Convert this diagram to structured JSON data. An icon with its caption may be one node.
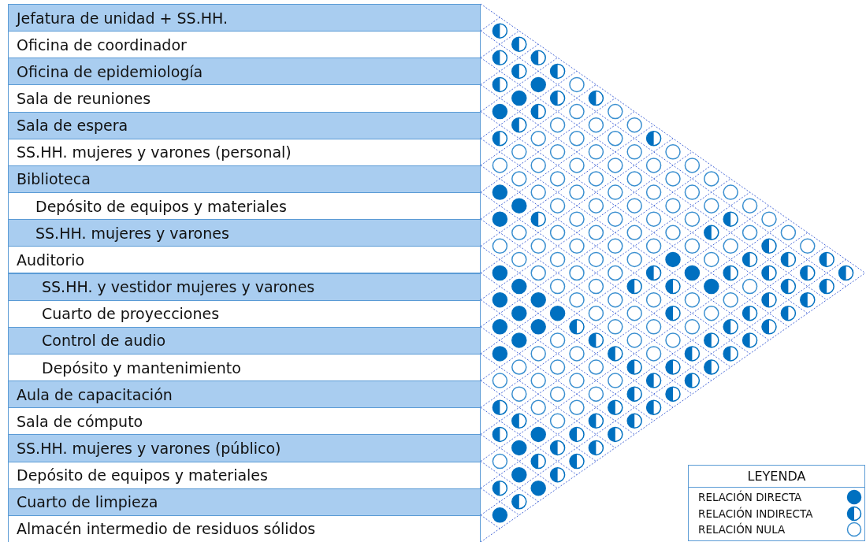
{
  "diagram": {
    "nodes": [
      {
        "text": [
          "Jefatura de unidad + SS.HH."
        ]
      },
      {
        "text": [
          "Oficina de coordinador"
        ]
      },
      {
        "text": [
          "Oficina de epidemiología"
        ]
      },
      {
        "text": [
          "Sala de reuniones"
        ]
      },
      {
        "text": [
          "Sala de espera"
        ]
      },
      {
        "text": [
          "SS.HH. mujeres y varones (personal)"
        ]
      },
      {
        "text": [
          "Biblioteca"
        ]
      },
      {
        "text": [
          "Depósito de equipos y materiales"
        ]
      },
      {
        "text": [
          "SS.HH. mujeres y varones"
        ]
      },
      {
        "text": [
          "Auditorio"
        ]
      },
      {
        "text": [
          "SS.HH. y vestidor mujeres y varones"
        ]
      },
      {
        "text": [
          "Cuarto de proyecciones"
        ]
      },
      {
        "text": [
          "Control de audio"
        ]
      },
      {
        "text": [
          "Depósito y mantenimiento"
        ]
      },
      {
        "text": [
          "Aula de capacitación"
        ]
      },
      {
        "text": [
          "Sala de cómputo"
        ]
      },
      {
        "text": [
          "SS.HH. mujeres y varones (público)"
        ]
      },
      {
        "text": [
          "Depósito de equipos y materiales"
        ]
      },
      {
        "text": [
          "Cuarto de limpieza"
        ]
      },
      {
        "text": [
          "Almacén intermedio de residuos sólidos"
        ]
      }
    ],
    "labels": [
      "LEYENDA"
    ],
    "legend": [
      {
        "text": "RELACIÓN DIRECTA"
      },
      {
        "text": "RELACIÓN INDIRECTA"
      },
      {
        "text": "RELACIÓN NULA"
      }
    ]
  }
}
